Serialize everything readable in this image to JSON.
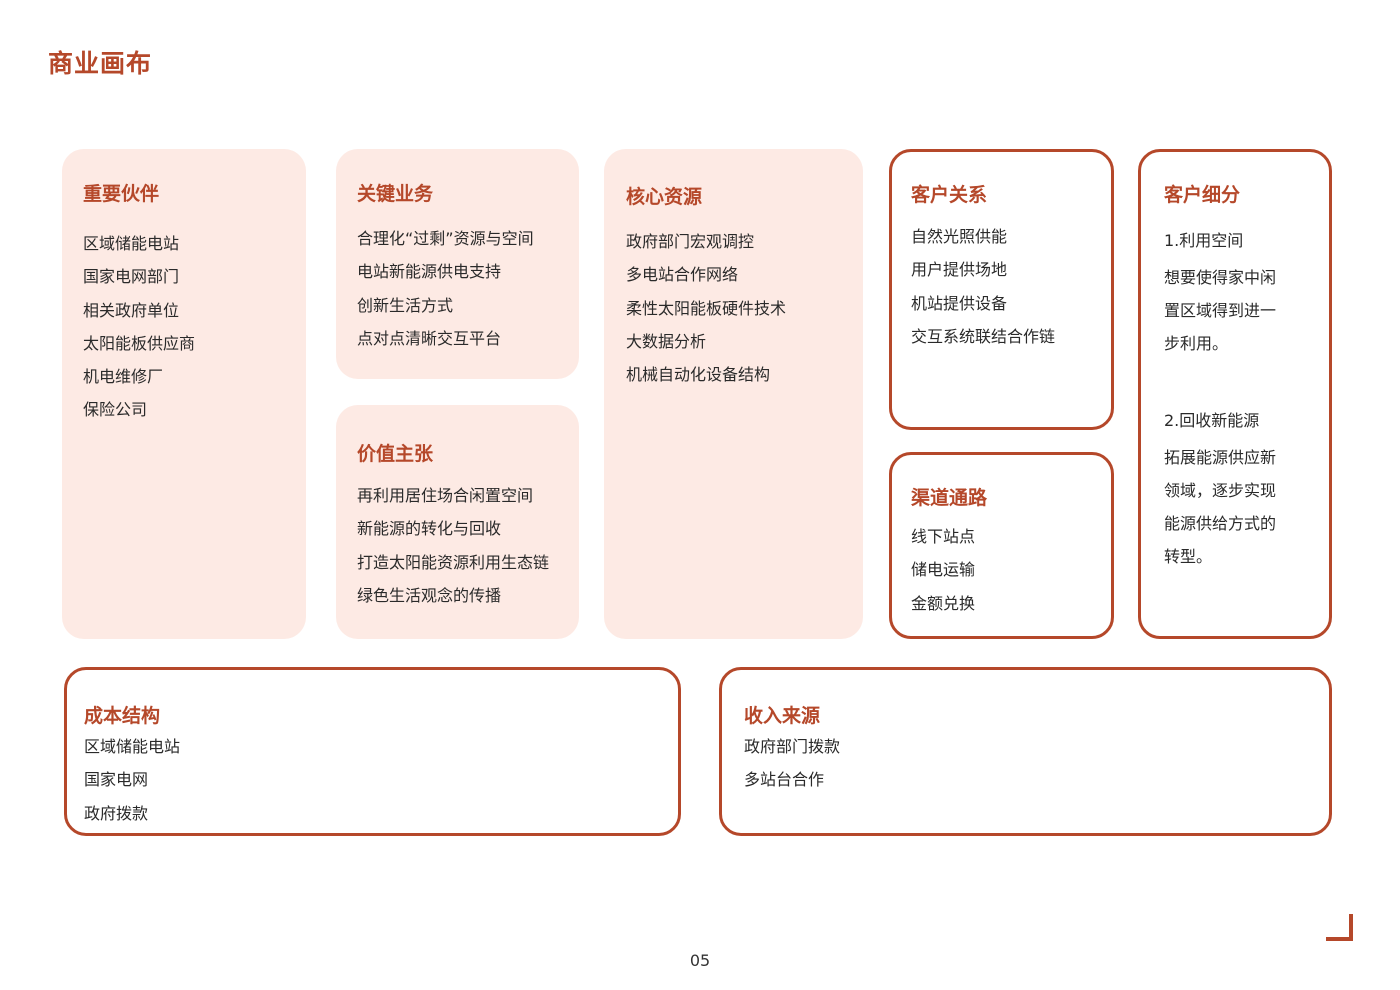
{
  "page": {
    "title": "商业画布",
    "page_number": "05"
  },
  "canvas": {
    "key_partners": {
      "title": "重要伙伴",
      "items": [
        "区域储能电站",
        "国家电网部门",
        "相关政府单位",
        "太阳能板供应商",
        "机电维修厂",
        "保险公司"
      ]
    },
    "key_activities": {
      "title": "关键业务",
      "items": [
        "合理化“过剩”资源与空间",
        "电站新能源供电支持",
        "创新生活方式",
        "点对点清晰交互平台"
      ]
    },
    "value_propositions": {
      "title": "价值主张",
      "items": [
        "再利用居住场合闲置空间",
        "新能源的转化与回收",
        "打造太阳能资源利用生态链",
        "绿色生活观念的传播"
      ]
    },
    "key_resources": {
      "title": "核心资源",
      "items": [
        "政府部门宏观调控",
        "多电站合作网络",
        "柔性太阳能板硬件技术",
        "大数据分析",
        "机械自动化设备结构"
      ]
    },
    "customer_relationships": {
      "title": "客户关系",
      "items": [
        "自然光照供能",
        "用户提供场地",
        "机站提供设备",
        "交互系统联结合作链"
      ]
    },
    "channels": {
      "title": "渠道通路",
      "items": [
        "线下站点",
        "储电运输",
        "金额兑换"
      ]
    },
    "customer_segments": {
      "title": "客户细分",
      "segments": [
        {
          "heading": "1.利用空间",
          "lines": [
            "想要使得家中闲",
            "置区域得到进一",
            "步利用。"
          ]
        },
        {
          "heading": "2.回收新能源",
          "lines": [
            "拓展能源供应新",
            "领域，逐步实现",
            "能源供给方式的",
            "转型。"
          ]
        }
      ]
    },
    "cost_structure": {
      "title": "成本结构",
      "items": [
        "区域储能电站",
        "国家电网",
        "政府拨款"
      ]
    },
    "revenue_streams": {
      "title": "收入来源",
      "items": [
        "政府部门拨款",
        "多站台合作"
      ]
    }
  }
}
